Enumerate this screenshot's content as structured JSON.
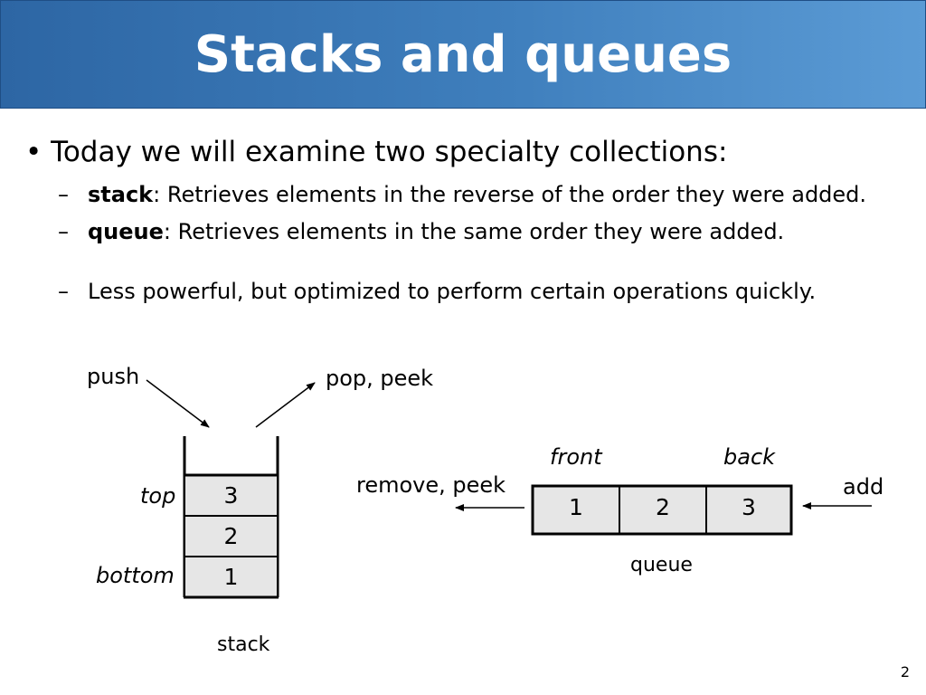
{
  "slide": {
    "title": "Stacks and queues",
    "bullet": "Today we will examine two specialty collections:",
    "sub_bullets": [
      {
        "term": "stack",
        "text": ": Retrieves elements in the reverse of the order they were added."
      },
      {
        "term": "queue",
        "text": ": Retrieves elements in the same order they were added."
      },
      {
        "term": "",
        "text": "Less powerful, but optimized to perform certain operations quickly."
      }
    ],
    "bullet_marker": "•",
    "dash_marker": "–",
    "page_number": "2"
  },
  "stack": {
    "push_label": "push",
    "pop_label": "pop, peek",
    "top_label": "top",
    "bottom_label": "bottom",
    "caption": "stack",
    "cells": [
      "3",
      "2",
      "1"
    ]
  },
  "queue": {
    "front_label": "front",
    "back_label": "back",
    "remove_label": "remove, peek",
    "add_label": "add",
    "caption": "queue",
    "cells": [
      "1",
      "2",
      "3"
    ]
  },
  "colors": {
    "title_bg": "#3f7fbd",
    "cell_fill": "#e6e6e6"
  }
}
